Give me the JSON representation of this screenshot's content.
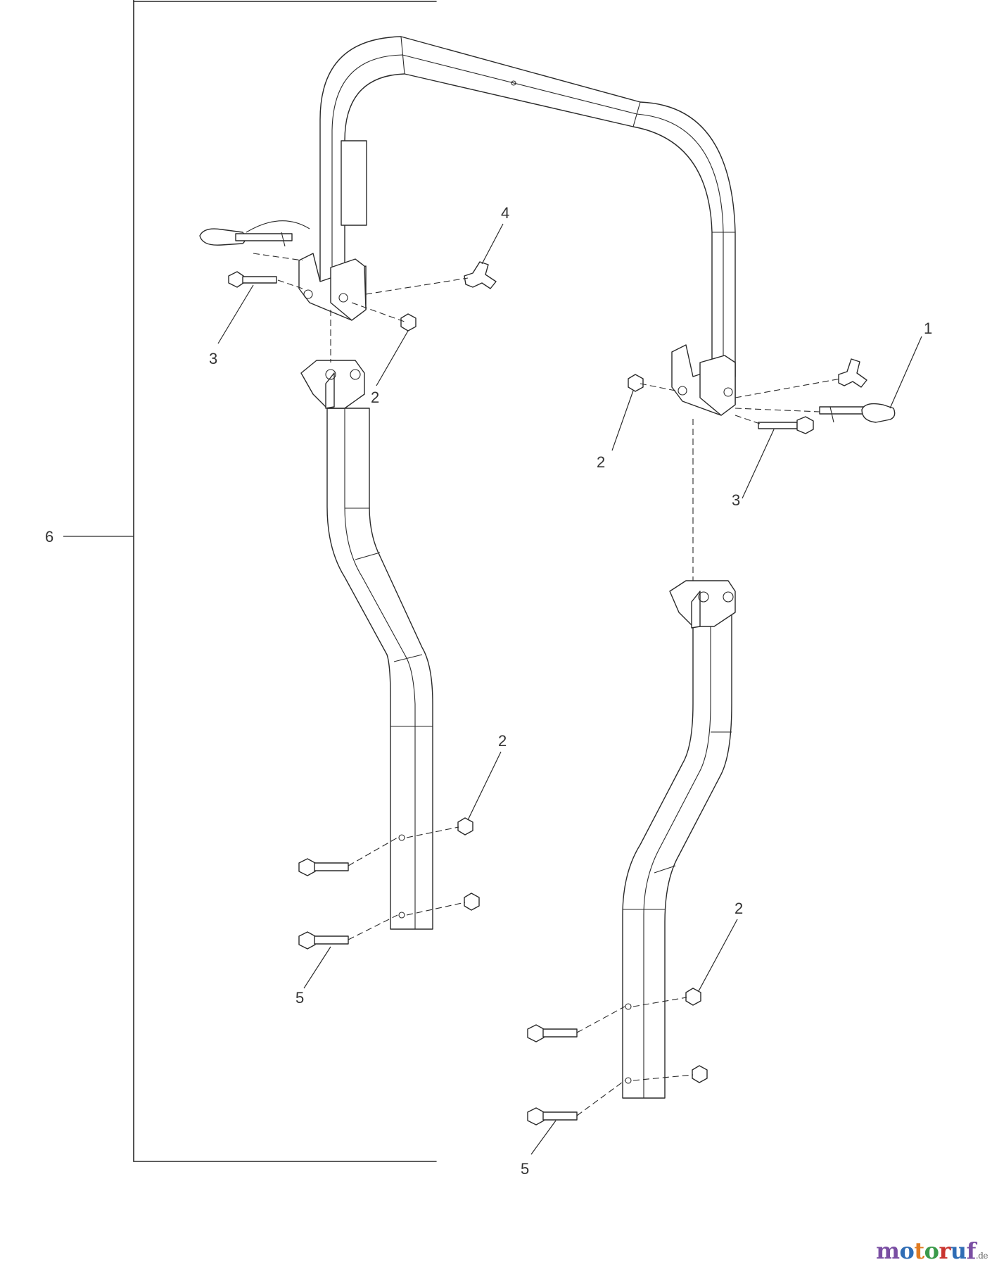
{
  "callouts": {
    "c1": "1",
    "c2a": "2",
    "c2b": "2",
    "c2c": "2",
    "c2d": "2",
    "c3a": "3",
    "c3b": "3",
    "c4": "4",
    "c5a": "5",
    "c5b": "5",
    "c6": "6"
  },
  "watermark": {
    "name": "motoruf",
    "suffix": ".de",
    "colors": [
      "#7a4ea3",
      "#2f6db5",
      "#e07b22",
      "#3a9a4a",
      "#c9342f",
      "#2f6db5",
      "#7a4ea3"
    ]
  }
}
